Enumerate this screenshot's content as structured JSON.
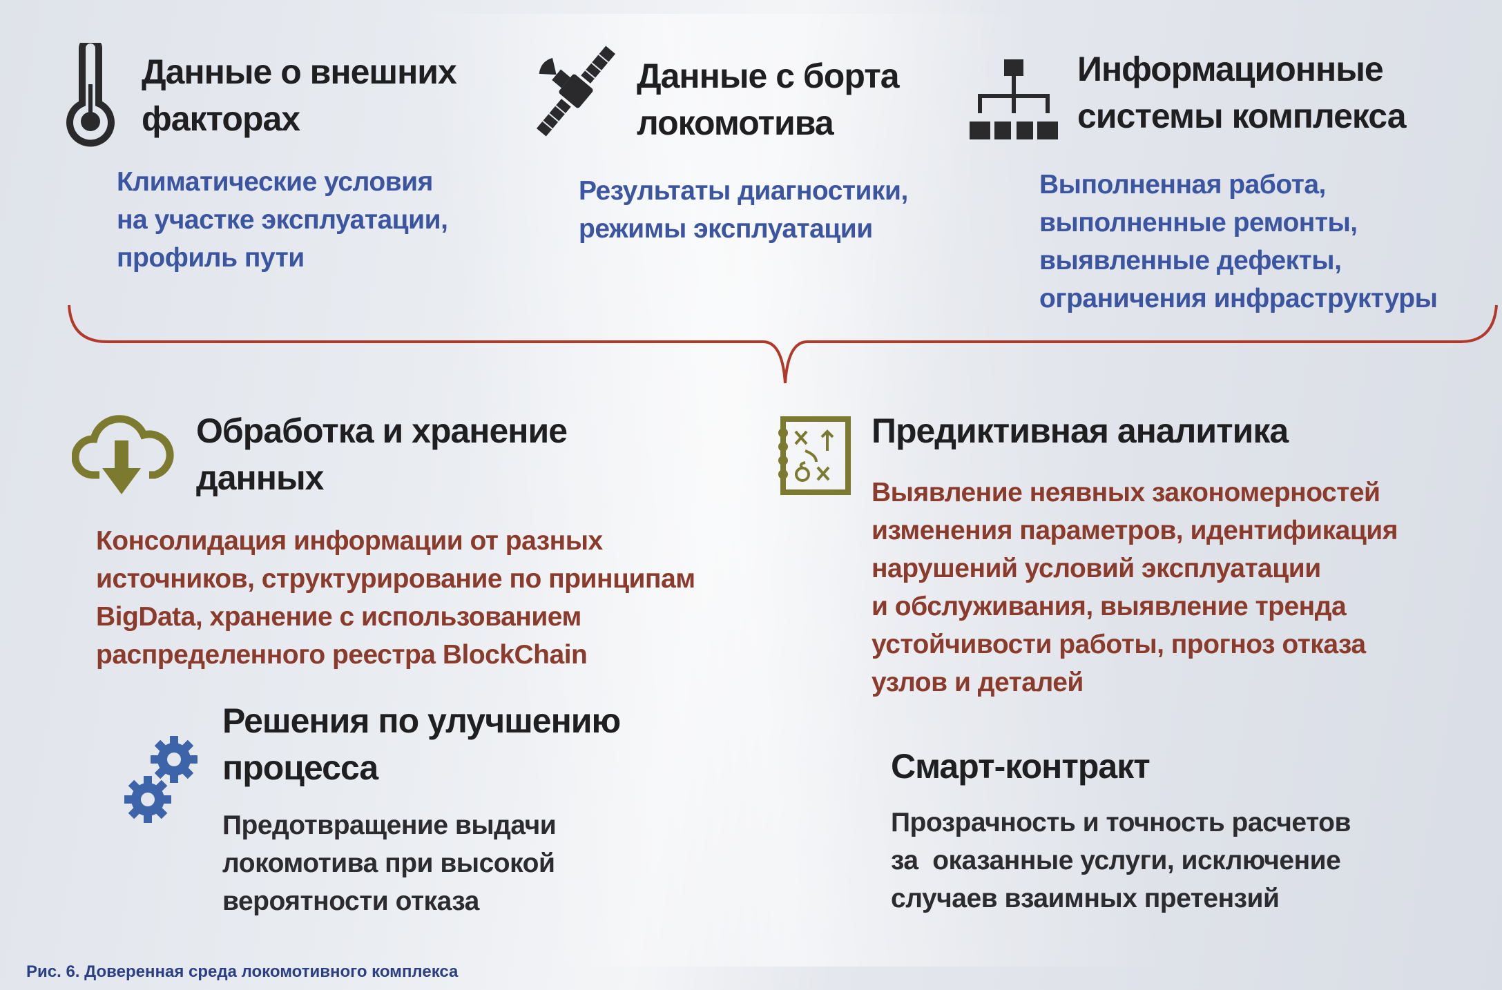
{
  "sources": [
    {
      "title": [
        "Данные о внешних",
        "факторах"
      ],
      "icon": "thermometer-icon",
      "text": [
        "Климатические условия",
        "на участке эксплуатации,",
        "профиль пути"
      ]
    },
    {
      "title": [
        "Данные с борта",
        "локомотива"
      ],
      "icon": "satellite-icon",
      "text": [
        "Результаты диагностики,",
        "режимы эксплуатации"
      ]
    },
    {
      "title": [
        "Информационные",
        "системы комплекса"
      ],
      "icon": "network-hierarchy-icon",
      "text": [
        "Выполненная работа,",
        "выполненные ремонты,",
        "выявленные дефекты,",
        "ограничения инфраструктуры"
      ]
    }
  ],
  "processing": {
    "title": [
      "Обработка и хранение",
      "данных"
    ],
    "icon": "cloud-download-icon",
    "text": [
      "Консолидация информации от разных",
      "источников, структурирование по принципам",
      "BigData, хранение с использованием",
      "распределенного реестра BlockChain"
    ]
  },
  "analytics": {
    "title": [
      "Предиктивная аналитика"
    ],
    "icon": "analytics-formula-icon",
    "text": [
      "Выявление неявных закономерностей",
      "изменения параметров, идентификация",
      "нарушений условий эксплуатации",
      "и обслуживания, выявление тренда",
      "устойчивости работы, прогноз отказа",
      "узлов и деталей"
    ]
  },
  "improvement": {
    "title": [
      "Решения по улучшению",
      "процесса"
    ],
    "icon": "gears-icon",
    "text": [
      "Предотвращение выдачи",
      "локомотива при высокой",
      "вероятности отказа"
    ]
  },
  "smart_contract": {
    "title": [
      "Смарт-контракт"
    ],
    "text": [
      "Прозрачность и точность расчетов",
      "за  оказанные услуги, исключение",
      "случаев взаимных претензий"
    ]
  },
  "caption": "Рис. 6. Доверенная среда локомотивного комплекса",
  "colors": {
    "blue": "#3b55a0",
    "red": "#8a3b2b",
    "olive": "#7b7a2e",
    "brace": "#b0392a",
    "gear": "#3d63a8"
  }
}
